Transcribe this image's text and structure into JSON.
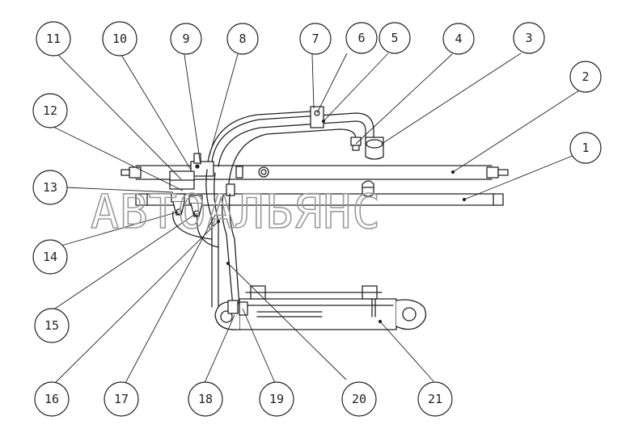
{
  "diagram": {
    "watermark_text": "АВТОАЛЬЯНС",
    "callouts": [
      {
        "label": "1"
      },
      {
        "label": "2"
      },
      {
        "label": "3"
      },
      {
        "label": "4"
      },
      {
        "label": "5"
      },
      {
        "label": "6"
      },
      {
        "label": "7"
      },
      {
        "label": "8"
      },
      {
        "label": "9"
      },
      {
        "label": "10"
      },
      {
        "label": "11"
      },
      {
        "label": "12"
      },
      {
        "label": "13"
      },
      {
        "label": "14"
      },
      {
        "label": "15"
      },
      {
        "label": "16"
      },
      {
        "label": "17"
      },
      {
        "label": "18"
      },
      {
        "label": "19"
      },
      {
        "label": "20"
      },
      {
        "label": "21"
      }
    ]
  },
  "colors": {
    "line": "#222222",
    "watermark": "#9a9a9a",
    "background": "#ffffff"
  }
}
